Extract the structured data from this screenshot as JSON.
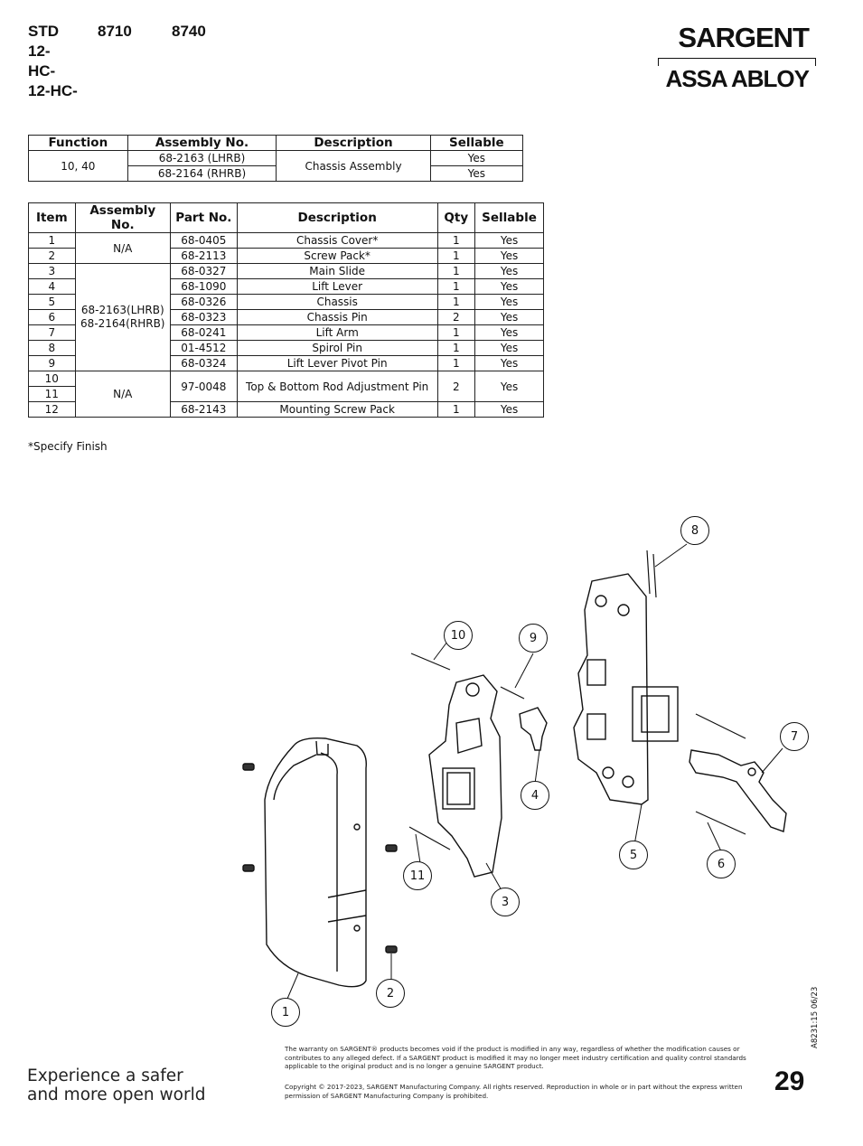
{
  "header": {
    "models": [
      [
        "STD",
        "8710",
        "8740"
      ],
      [
        "12-",
        "",
        ""
      ],
      [
        "HC-",
        "",
        ""
      ],
      [
        "12-HC-",
        "",
        ""
      ]
    ],
    "brand": "SARGENT",
    "parent_brand": "ASSA ABLOY"
  },
  "assembly_table": {
    "headers": [
      "Function",
      "Assembly No.",
      "Description",
      "Sellable"
    ],
    "function": "10, 40",
    "assembly_nos": [
      "68-2163 (LHRB)",
      "68-2164 (RHRB)"
    ],
    "description": "Chassis Assembly",
    "sellable": [
      "Yes",
      "Yes"
    ]
  },
  "parts_table": {
    "headers": [
      "Item",
      "Assembly No.",
      "Part No.",
      "Description",
      "Qty",
      "Sellable"
    ],
    "assembly_groups": [
      "N/A",
      "68-2163(LHRB)\n68-2164(RHRB)",
      "N/A"
    ],
    "rows": [
      {
        "item": "1",
        "part": "68-0405",
        "desc": "Chassis Cover*",
        "qty": "1",
        "sellable": "Yes"
      },
      {
        "item": "2",
        "part": "68-2113",
        "desc": "Screw Pack*",
        "qty": "1",
        "sellable": "Yes"
      },
      {
        "item": "3",
        "part": "68-0327",
        "desc": "Main Slide",
        "qty": "1",
        "sellable": "Yes"
      },
      {
        "item": "4",
        "part": "68-1090",
        "desc": "Lift Lever",
        "qty": "1",
        "sellable": "Yes"
      },
      {
        "item": "5",
        "part": "68-0326",
        "desc": "Chassis",
        "qty": "1",
        "sellable": "Yes"
      },
      {
        "item": "6",
        "part": "68-0323",
        "desc": "Chassis Pin",
        "qty": "2",
        "sellable": "Yes"
      },
      {
        "item": "7",
        "part": "68-0241",
        "desc": "Lift Arm",
        "qty": "1",
        "sellable": "Yes"
      },
      {
        "item": "8",
        "part": "01-4512",
        "desc": "Spirol Pin",
        "qty": "1",
        "sellable": "Yes"
      },
      {
        "item": "9",
        "part": "68-0324",
        "desc": "Lift Lever Pivot Pin",
        "qty": "1",
        "sellable": "Yes"
      }
    ],
    "merged_row": {
      "items": [
        "10",
        "11"
      ],
      "part": "97-0048",
      "desc": "Top & Bottom Rod Adjustment Pin",
      "qty": "2",
      "sellable": "Yes"
    },
    "last_row": {
      "item": "12",
      "part": "68-2143",
      "desc": "Mounting Screw Pack",
      "qty": "1",
      "sellable": "Yes"
    }
  },
  "note": "*Specify Finish",
  "diagram": {
    "callouts": [
      "1",
      "2",
      "3",
      "4",
      "5",
      "6",
      "7",
      "8",
      "9",
      "10",
      "11"
    ]
  },
  "footer": {
    "tagline": [
      "Experience a safer",
      "and more open world"
    ],
    "warranty": "The warranty on SARGENT® products becomes void if the product is modified in any way, regardless of whether the modification causes or contributes to any alleged defect. If a SARGENT product is modified it may no longer meet industry certification and quality control standards applicable to the original product and is no longer a genuine SARGENT product.",
    "copyright": "Copyright © 2017-2023, SARGENT Manufacturing Company. All rights reserved. Reproduction in whole or in part without the express written permission of SARGENT Manufacturing Company is prohibited.",
    "page_number": "29",
    "doc_id": "A8231:15  06/23"
  }
}
